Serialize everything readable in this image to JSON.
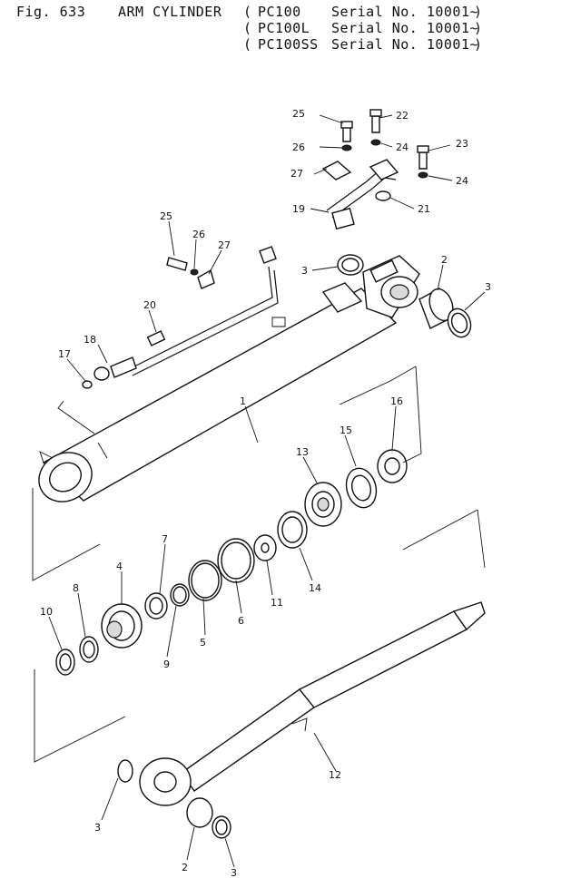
{
  "header": {
    "fig_label": "Fig. 633",
    "title": "ARM CYLINDER",
    "models": [
      {
        "model": "PC100",
        "serial": "Serial No. 10001~"
      },
      {
        "model": "PC100L",
        "serial": "Serial No. 10001~"
      },
      {
        "model": "PC100SS",
        "serial": "Serial No. 10001~"
      }
    ]
  },
  "callouts": {
    "c1": "1",
    "c2a": "2",
    "c2b": "2",
    "c3a": "3",
    "c3b": "3",
    "c3c": "3",
    "c3d": "3",
    "c4": "4",
    "c5": "5",
    "c6": "6",
    "c7": "7",
    "c8": "8",
    "c9": "9",
    "c10": "10",
    "c11": "11",
    "c12": "12",
    "c13": "13",
    "c14": "14",
    "c15": "15",
    "c16": "16",
    "c17": "17",
    "c18": "18",
    "c19": "19",
    "c20": "20",
    "c21": "21",
    "c22": "22",
    "c23": "23",
    "c24a": "24",
    "c24b": "24",
    "c25a": "25",
    "c25b": "25",
    "c26a": "26",
    "c26b": "26",
    "c27a": "27",
    "c27b": "27"
  }
}
